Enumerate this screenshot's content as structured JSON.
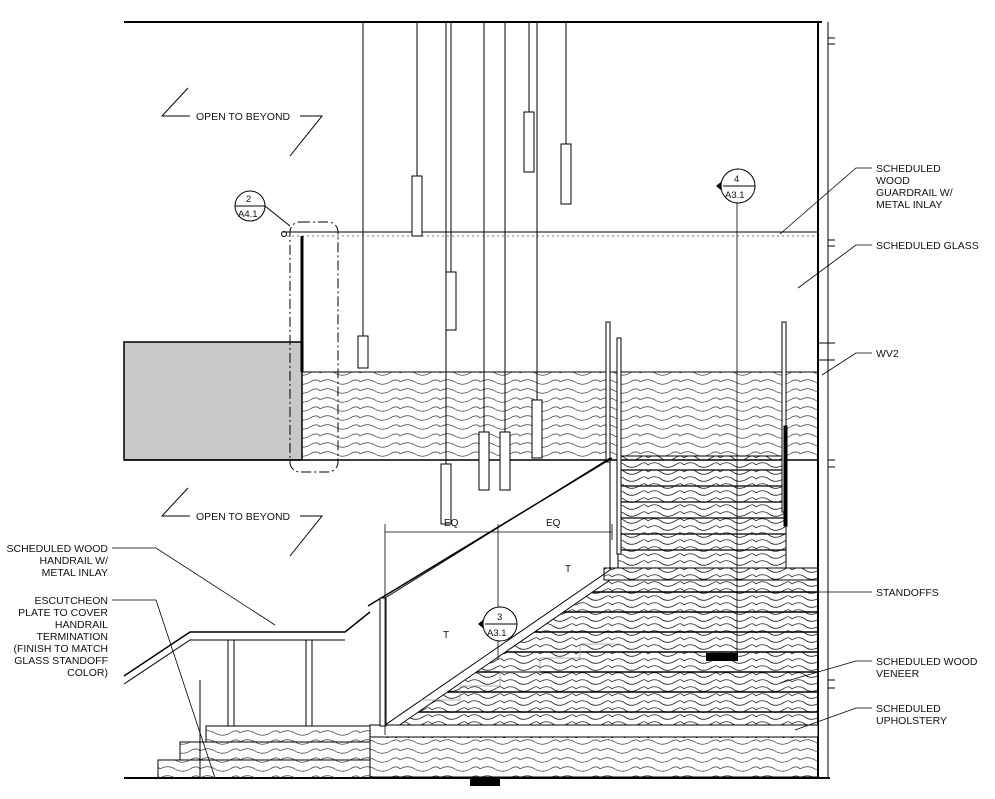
{
  "labels": {
    "open_to_beyond_top": "OPEN TO BEYOND",
    "open_to_beyond_bottom": "OPEN TO BEYOND",
    "guardrail": [
      "SCHEDULED",
      "WOOD",
      "GUARDRAIL W/",
      "METAL INLAY"
    ],
    "glass": "SCHEDULED GLASS",
    "wv2": "WV2",
    "handrail": [
      "SCHEDULED WOOD",
      "HANDRAIL W/",
      "METAL INLAY"
    ],
    "escutcheon": [
      "ESCUTCHEON",
      "PLATE TO COVER",
      "HANDRAIL",
      "TERMINATION",
      "(FINISH TO MATCH",
      "GLASS STANDOFF",
      "COLOR)"
    ],
    "standoffs": "STANDOFFS",
    "veneer": [
      "SCHEDULED WOOD",
      "VENEER"
    ],
    "upholstery": [
      "SCHEDULED",
      "UPHOLSTERY"
    ]
  },
  "callouts": {
    "detail_2": {
      "num": "2",
      "sheet": "A4.1"
    },
    "section_4": {
      "num": "4",
      "sheet": "A3.1"
    },
    "section_3": {
      "num": "3",
      "sheet": "A3.1"
    }
  },
  "dims": {
    "eq_left": "EQ",
    "eq_right": "EQ",
    "t_right": "T",
    "t_left": "T"
  }
}
